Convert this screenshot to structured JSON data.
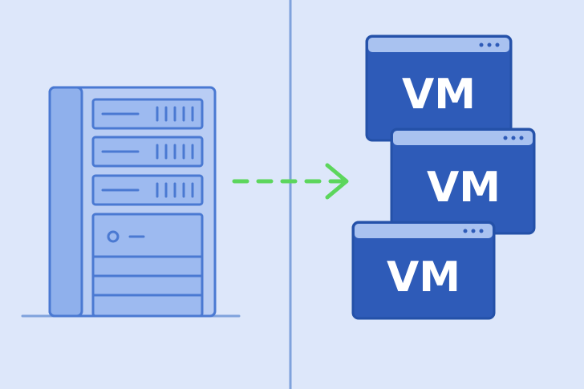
{
  "colors": {
    "background": "#dde7fa",
    "divider": "#7fa2dc",
    "server_light": "#b9cdf4",
    "server_mid": "#8fb0ec",
    "server_stroke": "#4a79d2",
    "vm_fill": "#2e5bb8",
    "vm_titlebar": "#a9c2f0",
    "arrow": "#5cd65c"
  },
  "physical_server": {
    "icon": "server-rack-icon",
    "drive_bays": 3
  },
  "arrow": {
    "icon": "dashed-arrow-right-icon"
  },
  "virtual_machines": [
    {
      "label": "VM"
    },
    {
      "label": "VM"
    },
    {
      "label": "VM"
    }
  ]
}
